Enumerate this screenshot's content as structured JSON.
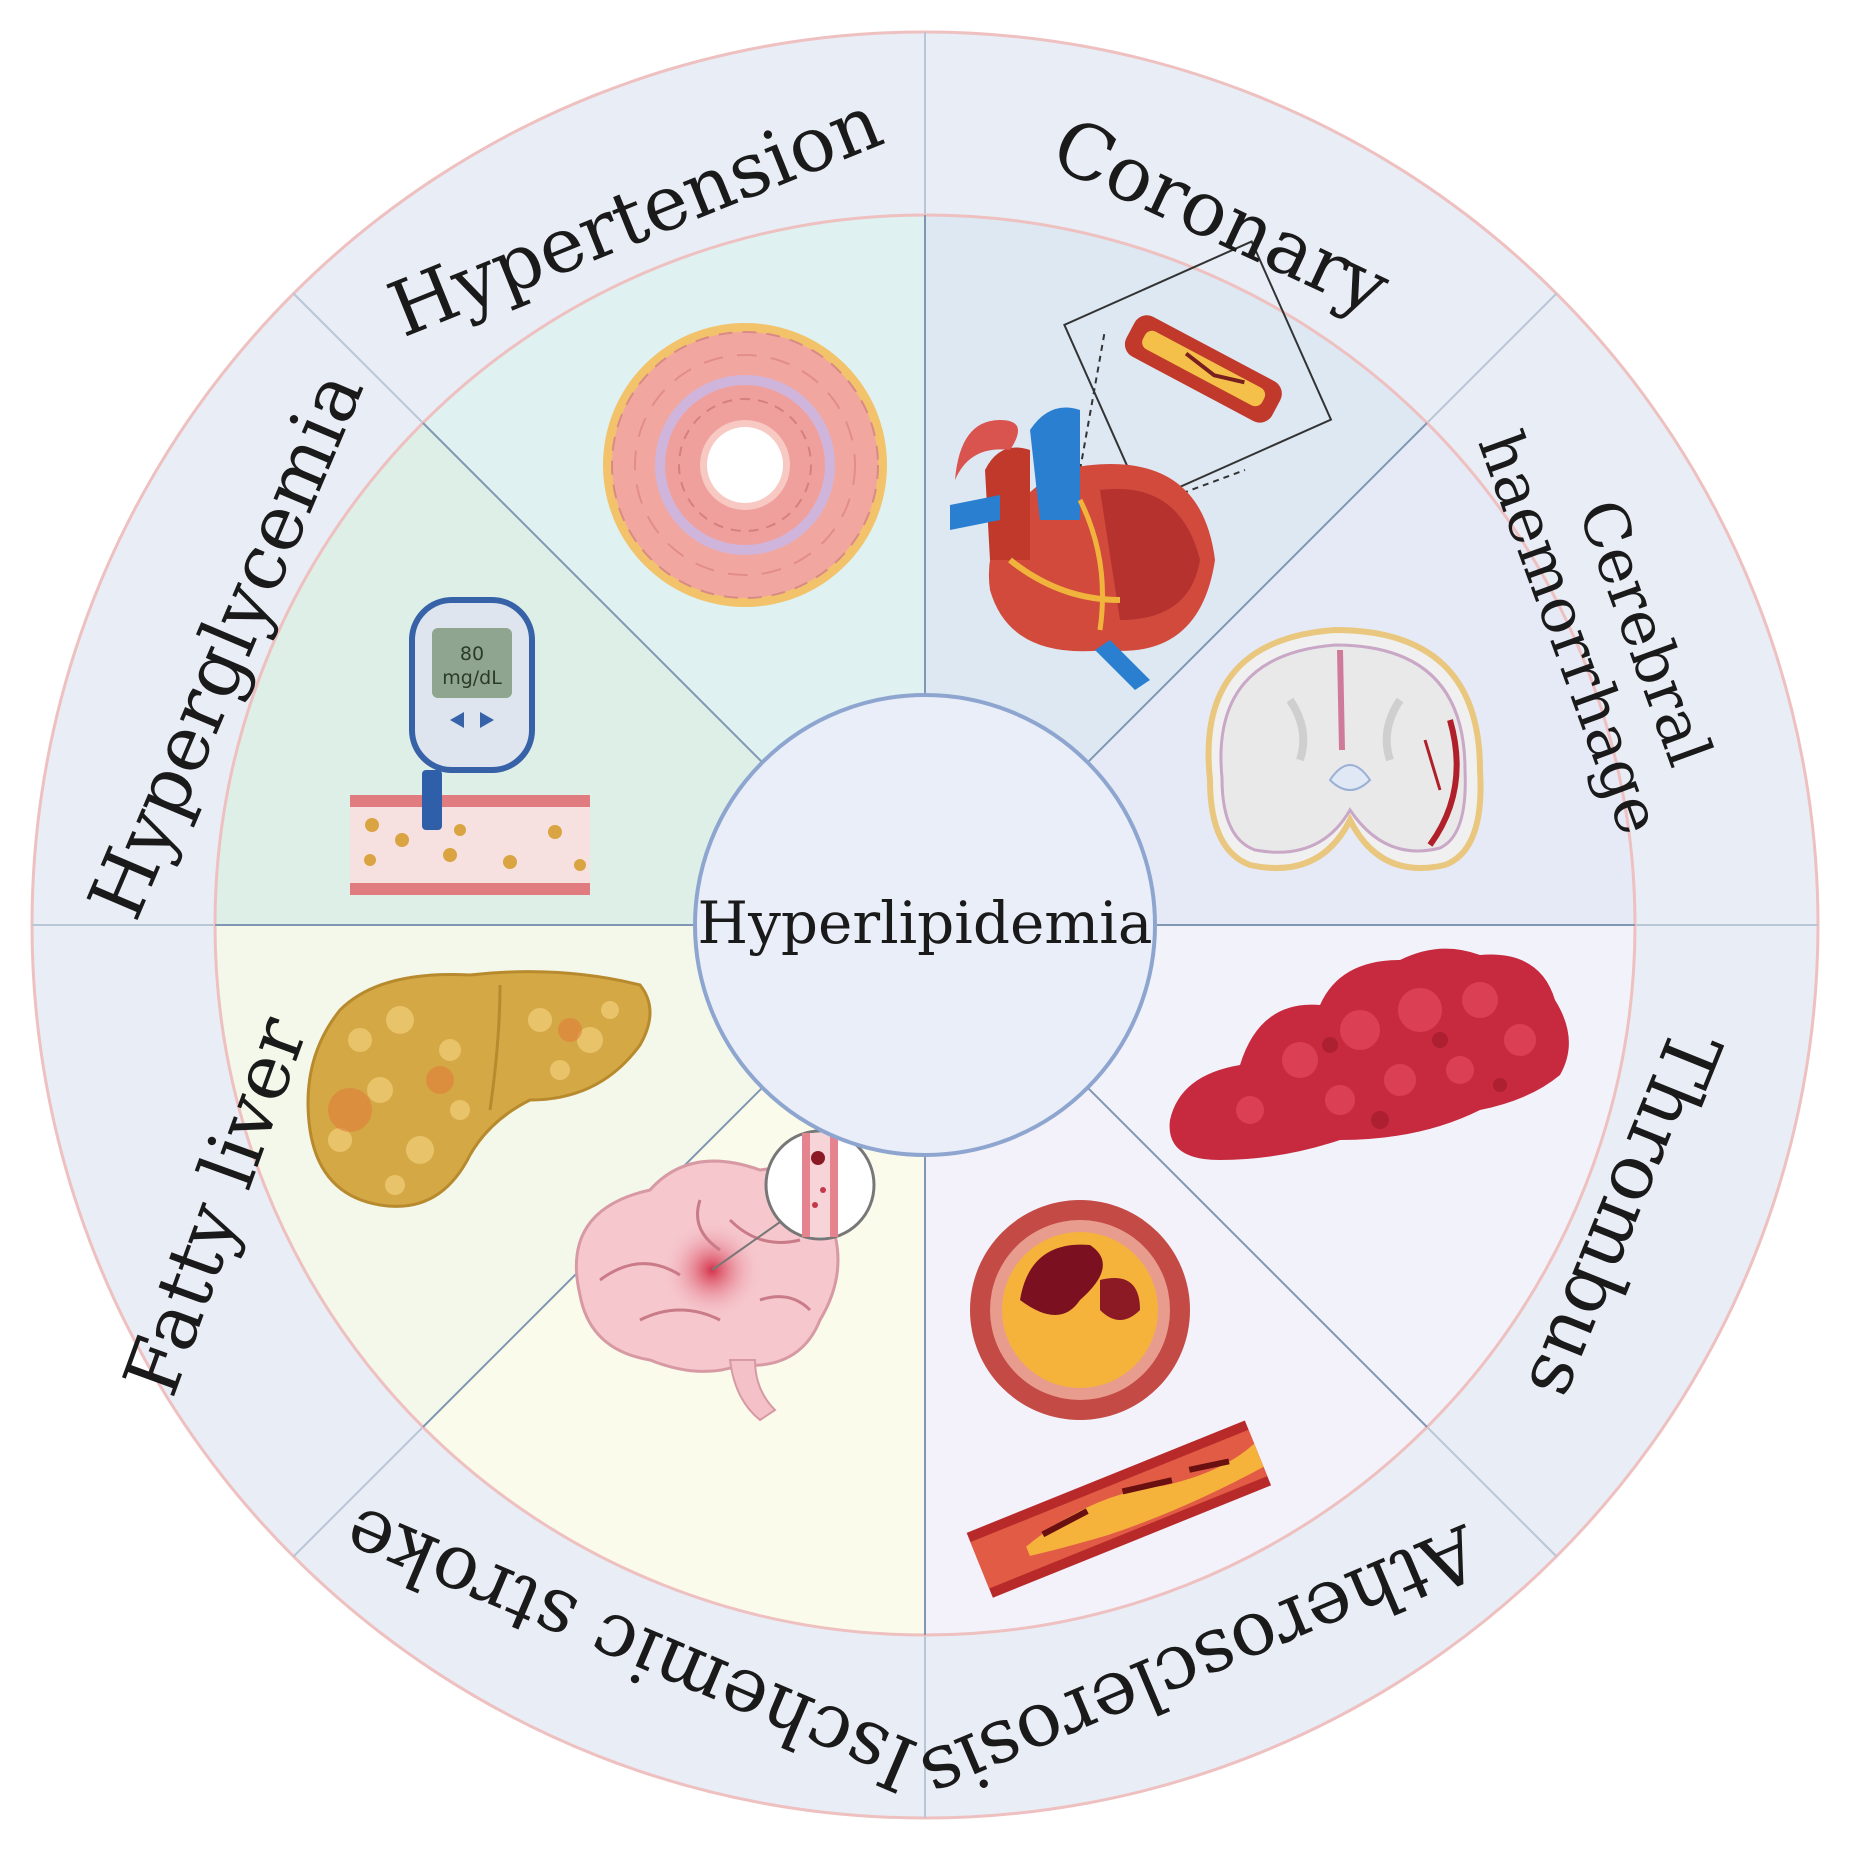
{
  "center": {
    "title": "Hyperlipidemia"
  },
  "segments": [
    {
      "id": "hypertension",
      "label": "Hypertension",
      "color": "#dff1f1",
      "icon": "artery-cross-section-icon"
    },
    {
      "id": "coronary",
      "label": "Coronary",
      "color": "#dde8f3",
      "icon": "heart-icon"
    },
    {
      "id": "cerebral",
      "label_line1": "Cerebral",
      "label_line2": "haemorrhage",
      "color": "#e6eaf7",
      "icon": "brain-section-icon"
    },
    {
      "id": "thrombus",
      "label": "Thrombus",
      "color": "#f2f2fa",
      "icon": "blood-clot-icon"
    },
    {
      "id": "atherosclerosis",
      "label": "Atherosclerosis",
      "color": "#f3f1f9",
      "icon": "plaque-artery-icon"
    },
    {
      "id": "ischemic-stroke",
      "label": "Ischemic stroke",
      "color": "#fafbeb",
      "icon": "brain-icon"
    },
    {
      "id": "fatty-liver",
      "label": "Fatty liver",
      "color": "#f4f8ea",
      "icon": "liver-icon"
    },
    {
      "id": "hyperglycemia",
      "label": "Hyperglycemia",
      "color": "#deefe8",
      "icon": "glucose-meter-icon"
    }
  ],
  "glucose_meter": {
    "reading": "80",
    "unit": "mg/dL"
  },
  "colors": {
    "ring_outer": "#e9edf6",
    "ring_stroke": "#eec0c0",
    "divider": "#9fb3c8",
    "center_fill": "#e9eef8",
    "center_stroke": "#8ea6cf"
  }
}
